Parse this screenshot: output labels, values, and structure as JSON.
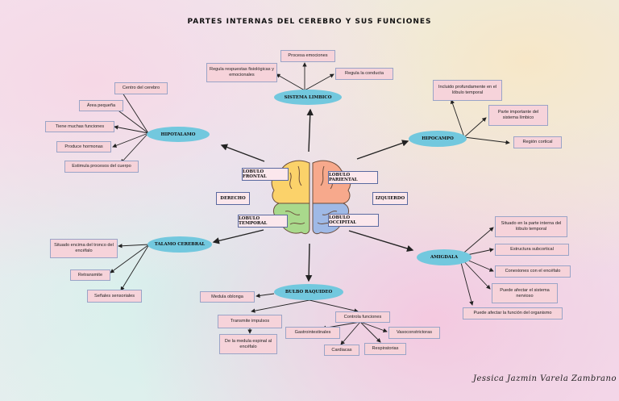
{
  "title": "PARTES INTERNAS DEL CEREBRO Y SUS FUNCIONES",
  "colors": {
    "box_fill": "#f6d3da",
    "box_border": "#9aa4c7",
    "pill_fill": "#72c8de",
    "brain_frontal": "#fbd26a",
    "brain_parietal": "#f7a98c",
    "brain_temporal": "#a9d98c",
    "brain_occipital": "#9fb9e6"
  },
  "brain": {
    "frontal": "LOBULO FRONTAL",
    "parietal": "LOBULO PARIENTAL",
    "temporal": "LOBULO TEMPORAL",
    "occipital": "LOBULO OCCIPITAL",
    "right": "DERECHO",
    "left": "IZQUIERDO"
  },
  "limbico": {
    "label": "SISTEMA LIMBICO",
    "items": [
      "Procesa emociones",
      "Regula respuestas fisiológicas y emocionales",
      "Regula la conducta"
    ]
  },
  "hipotalamo": {
    "label": "HIPOTALAMO",
    "items": [
      "Centro del cerebro",
      "Área pequeña",
      "Tiene muchas funciones",
      "Produce hormonas",
      "Estimula procesos del cuerpo"
    ]
  },
  "hipocampo": {
    "label": "HIPOCAMPO",
    "items": [
      "Incluido profundamente en el lóbulo temporal",
      "Parte importante del sistema límbico",
      "Región cortical"
    ]
  },
  "talamo": {
    "label": "TALAMO CEREBRAL",
    "items": [
      "Situado encima del tronco del encéfalo",
      "Retransmite",
      "Señales sensoriales"
    ]
  },
  "amigdala": {
    "label": "AMIGDALA",
    "items": [
      "Situado en la parte interna del lóbulo temporal",
      "Estructura subcortical",
      "Conexiones con el encéfalo",
      "Puede afectar el sistema nervioso",
      "Puede afectar la función del organismo"
    ]
  },
  "bulbo": {
    "label": "BULBO RAQUIDEO",
    "medula": "Medula oblonga",
    "transmite": "Transmite impulsos",
    "desde": "De la medula espinal al encéfalo",
    "controla": "Controla funciones",
    "funciones": [
      "Gastrointestinales",
      "Cardiacas",
      "Respiratorias",
      "Vasoconstrictoras"
    ]
  },
  "signature": "Jessica Jazmin Varela Zambrano"
}
